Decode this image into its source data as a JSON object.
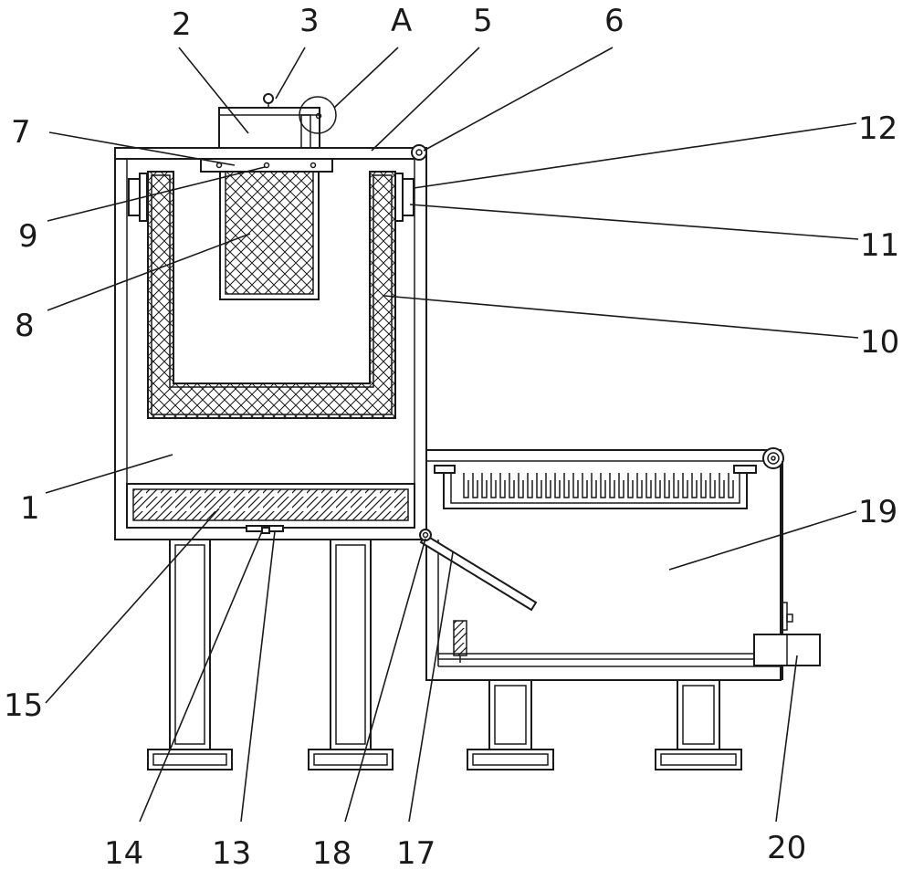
{
  "labels": {
    "l1": "1",
    "l2": "2",
    "l3": "3",
    "lA": "A",
    "l5": "5",
    "l6": "6",
    "l7": "7",
    "l8": "8",
    "l9": "9",
    "l10": "10",
    "l11": "11",
    "l12": "12",
    "l13": "13",
    "l14": "14",
    "l15": "15",
    "l17": "17",
    "l18": "18",
    "l19": "19",
    "l20": "20"
  },
  "colors": {
    "line": "#1a1a1a",
    "background": "#ffffff"
  }
}
